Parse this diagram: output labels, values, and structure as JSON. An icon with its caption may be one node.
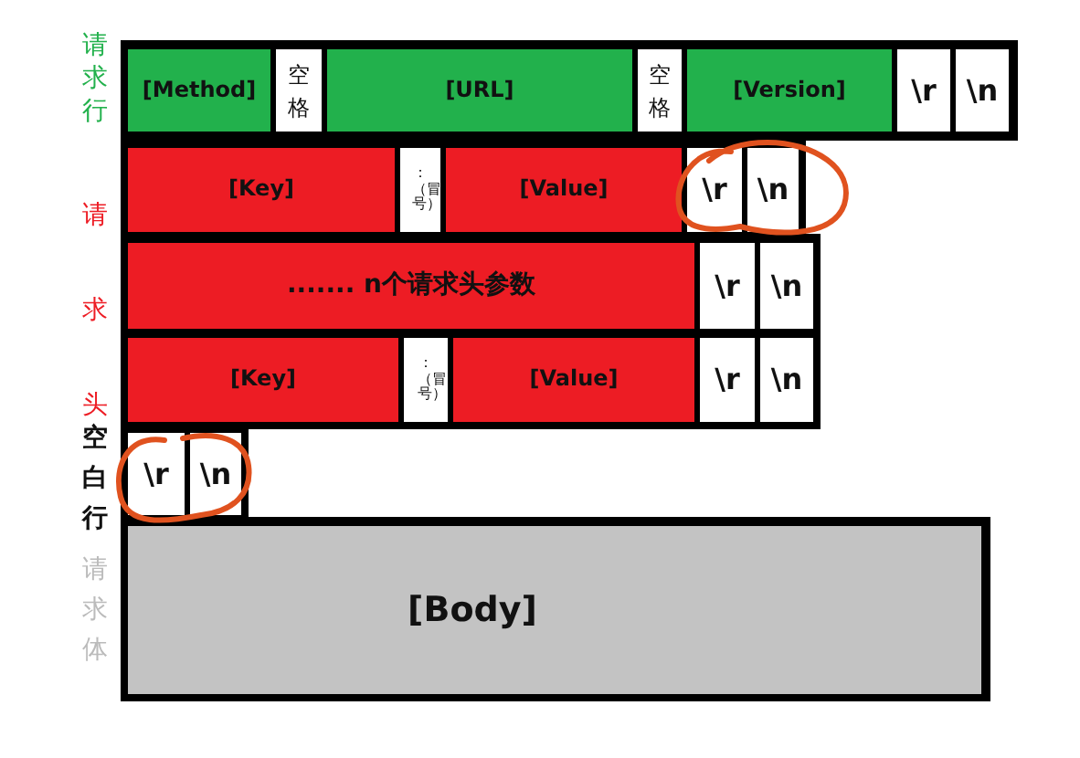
{
  "diagram": {
    "nodes": [
      {
        "text": [
          "[Method]"
        ]
      },
      {
        "text": [
          "空格"
        ]
      },
      {
        "text": [
          "[URL]"
        ]
      },
      {
        "text": [
          "空格"
        ]
      },
      {
        "text": [
          "[Version]"
        ]
      },
      {
        "text": [
          "\\r"
        ]
      },
      {
        "text": [
          "\\n"
        ]
      },
      {
        "text": [
          "[Key]"
        ]
      },
      {
        "text": [
          "：（冒号）"
        ]
      },
      {
        "text": [
          "[Value]"
        ]
      },
      {
        "text": [
          "\\r"
        ]
      },
      {
        "text": [
          "\\n"
        ]
      },
      {
        "text": [
          "....... n个请求头参数"
        ]
      },
      {
        "text": [
          "\\r"
        ]
      },
      {
        "text": [
          "\\n"
        ]
      },
      {
        "text": [
          "[Key]"
        ]
      },
      {
        "text": [
          "：（冒号）"
        ]
      },
      {
        "text": [
          "[Value]"
        ]
      },
      {
        "text": [
          "\\r"
        ]
      },
      {
        "text": [
          "\\n"
        ]
      },
      {
        "text": [
          "\\r"
        ]
      },
      {
        "text": [
          "\\n"
        ]
      },
      {
        "text": [
          "[Body]"
        ]
      }
    ],
    "labels": [
      "请求行",
      "请求头",
      "空白行",
      "请求体"
    ]
  }
}
